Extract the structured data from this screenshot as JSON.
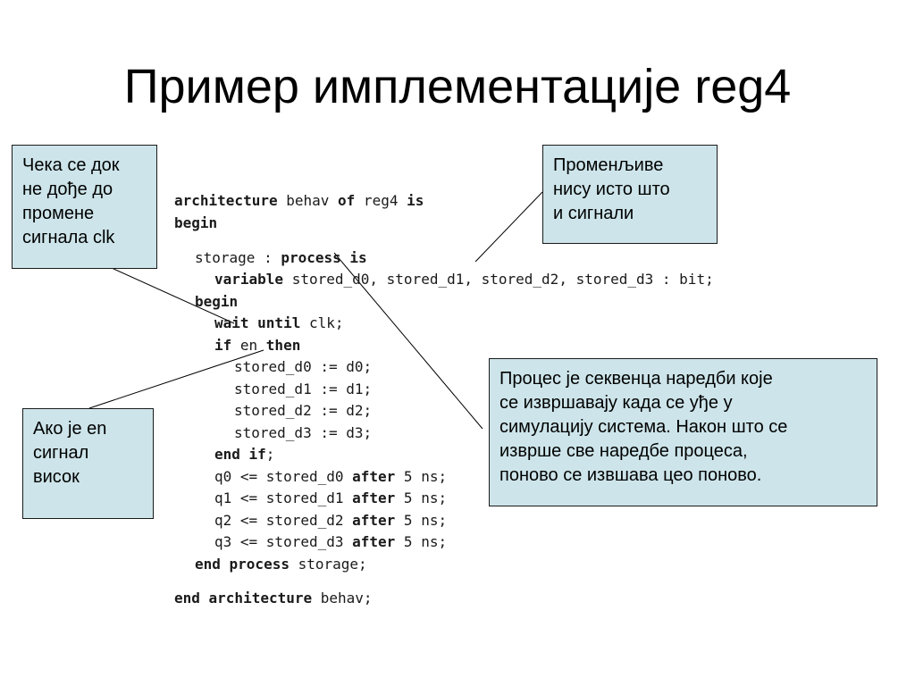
{
  "slide": {
    "title": "Пример имплементације reg4"
  },
  "callouts": {
    "wait": [
      "Чека се док",
      "не дође до",
      "промене",
      "сигнала clk"
    ],
    "variables": [
      "Променљиве",
      "нису исто што",
      "и сигнали"
    ],
    "process": [
      "Процес је секвенца наредби које",
      "се извршавају када се уђе у",
      "симулацију система. Након што се",
      "изврше све наредбе процеса,",
      "поново се извшава цео поново."
    ],
    "enable": [
      "Ако је en",
      "сигнал",
      "висок"
    ]
  },
  "code": [
    [
      {
        "t": "architecture",
        "k": true
      },
      {
        "t": " behav "
      },
      {
        "t": "of",
        "k": true
      },
      {
        "t": " reg4 "
      },
      {
        "t": "is",
        "k": true
      }
    ],
    [
      {
        "t": "begin",
        "k": true
      }
    ],
    [
      {
        "t": "storage : "
      },
      {
        "t": "process is",
        "k": true
      }
    ],
    [
      {
        "t": "variable",
        "k": true
      },
      {
        "t": " stored_d0, stored_d1, stored_d2, stored_d3 : bit;"
      }
    ],
    [
      {
        "t": "begin",
        "k": true
      }
    ],
    [
      {
        "t": "wait until",
        "k": true
      },
      {
        "t": " clk;"
      }
    ],
    [
      {
        "t": "if",
        "k": true
      },
      {
        "t": " en "
      },
      {
        "t": "then",
        "k": true
      }
    ],
    [
      {
        "t": "stored_d0 := d0;"
      }
    ],
    [
      {
        "t": "stored_d1 := d1;"
      }
    ],
    [
      {
        "t": "stored_d2 := d2;"
      }
    ],
    [
      {
        "t": "stored_d3 := d3;"
      }
    ],
    [
      {
        "t": "end if",
        "k": true
      },
      {
        "t": ";"
      }
    ],
    [
      {
        "t": "q0 <= stored_d0 "
      },
      {
        "t": "after",
        "k": true
      },
      {
        "t": " 5 ns;"
      }
    ],
    [
      {
        "t": "q1 <= stored_d1 "
      },
      {
        "t": "after",
        "k": true
      },
      {
        "t": " 5 ns;"
      }
    ],
    [
      {
        "t": "q2 <= stored_d2 "
      },
      {
        "t": "after",
        "k": true
      },
      {
        "t": " 5 ns;"
      }
    ],
    [
      {
        "t": "q3 <= stored_d3 "
      },
      {
        "t": "after",
        "k": true
      },
      {
        "t": " 5 ns;"
      }
    ],
    [
      {
        "t": "end process",
        "k": true
      },
      {
        "t": " storage;"
      }
    ],
    [
      {
        "t": "end architecture",
        "k": true
      },
      {
        "t": " behav;"
      }
    ]
  ],
  "colors": {
    "callout_fill": "#cde5ea",
    "callout_border": "#1a1a1a",
    "code_text": "#1a1a1a"
  }
}
